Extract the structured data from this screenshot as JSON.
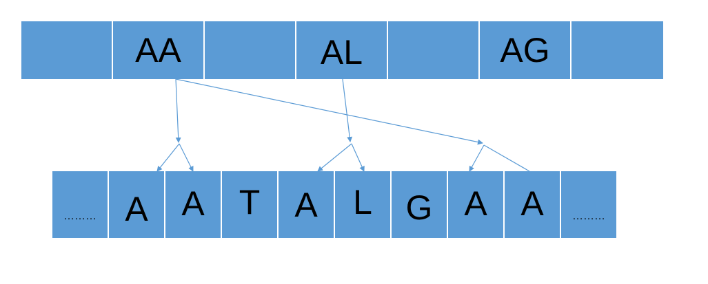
{
  "top_row": [
    "",
    "AA",
    "",
    "AL",
    "",
    "AG",
    ""
  ],
  "bottom_row": [
    "………",
    "A",
    "A",
    "T",
    "A",
    "L",
    "G",
    "A",
    "A",
    "………"
  ],
  "colors": {
    "cell_fill": "#5b9bd5",
    "arrow": "#5b9bd5",
    "divider": "#ffffff"
  }
}
